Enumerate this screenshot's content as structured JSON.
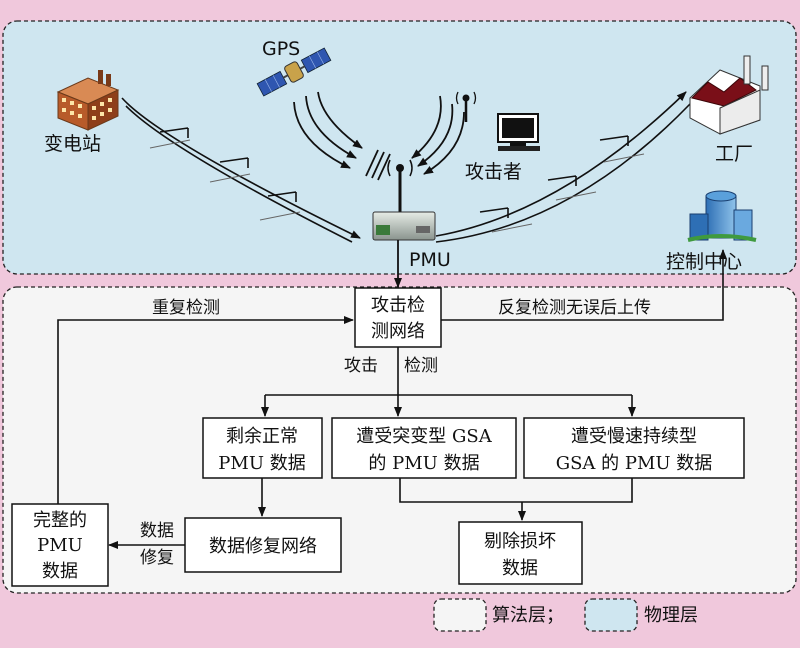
{
  "physical": {
    "substation": "变电站",
    "gps": "GPS",
    "attacker": "攻击者",
    "factory": "工厂",
    "pmu": "PMU",
    "control_center": "控制中心"
  },
  "algorithm": {
    "attack_net": [
      "攻击检",
      "测网络"
    ],
    "repeat_detect": "重复检测",
    "upload": "反复检测无误后上传",
    "branch_attack": "攻击",
    "branch_detect": "检测",
    "box_normal": [
      "剩余正常",
      "PMU 数据"
    ],
    "box_sudden": [
      "遭受突变型 GSA",
      "的 PMU 数据"
    ],
    "box_slow": [
      "遭受慢速持续型",
      "GSA 的 PMU 数据"
    ],
    "box_repair_net": "数据修复网络",
    "box_remove": [
      "剔除损坏",
      "数据"
    ],
    "box_complete": [
      "完整的",
      "PMU",
      "数据"
    ],
    "data_repair": [
      "数据",
      "修复"
    ]
  },
  "legend": {
    "algo_layer": "算法层；",
    "phys_layer": "物理层"
  },
  "colors": {
    "page_bg": "#f0c8dc",
    "physical_bg": "#cfe6f0",
    "algorithm_bg": "#f5f5f5",
    "line": "#111111"
  }
}
